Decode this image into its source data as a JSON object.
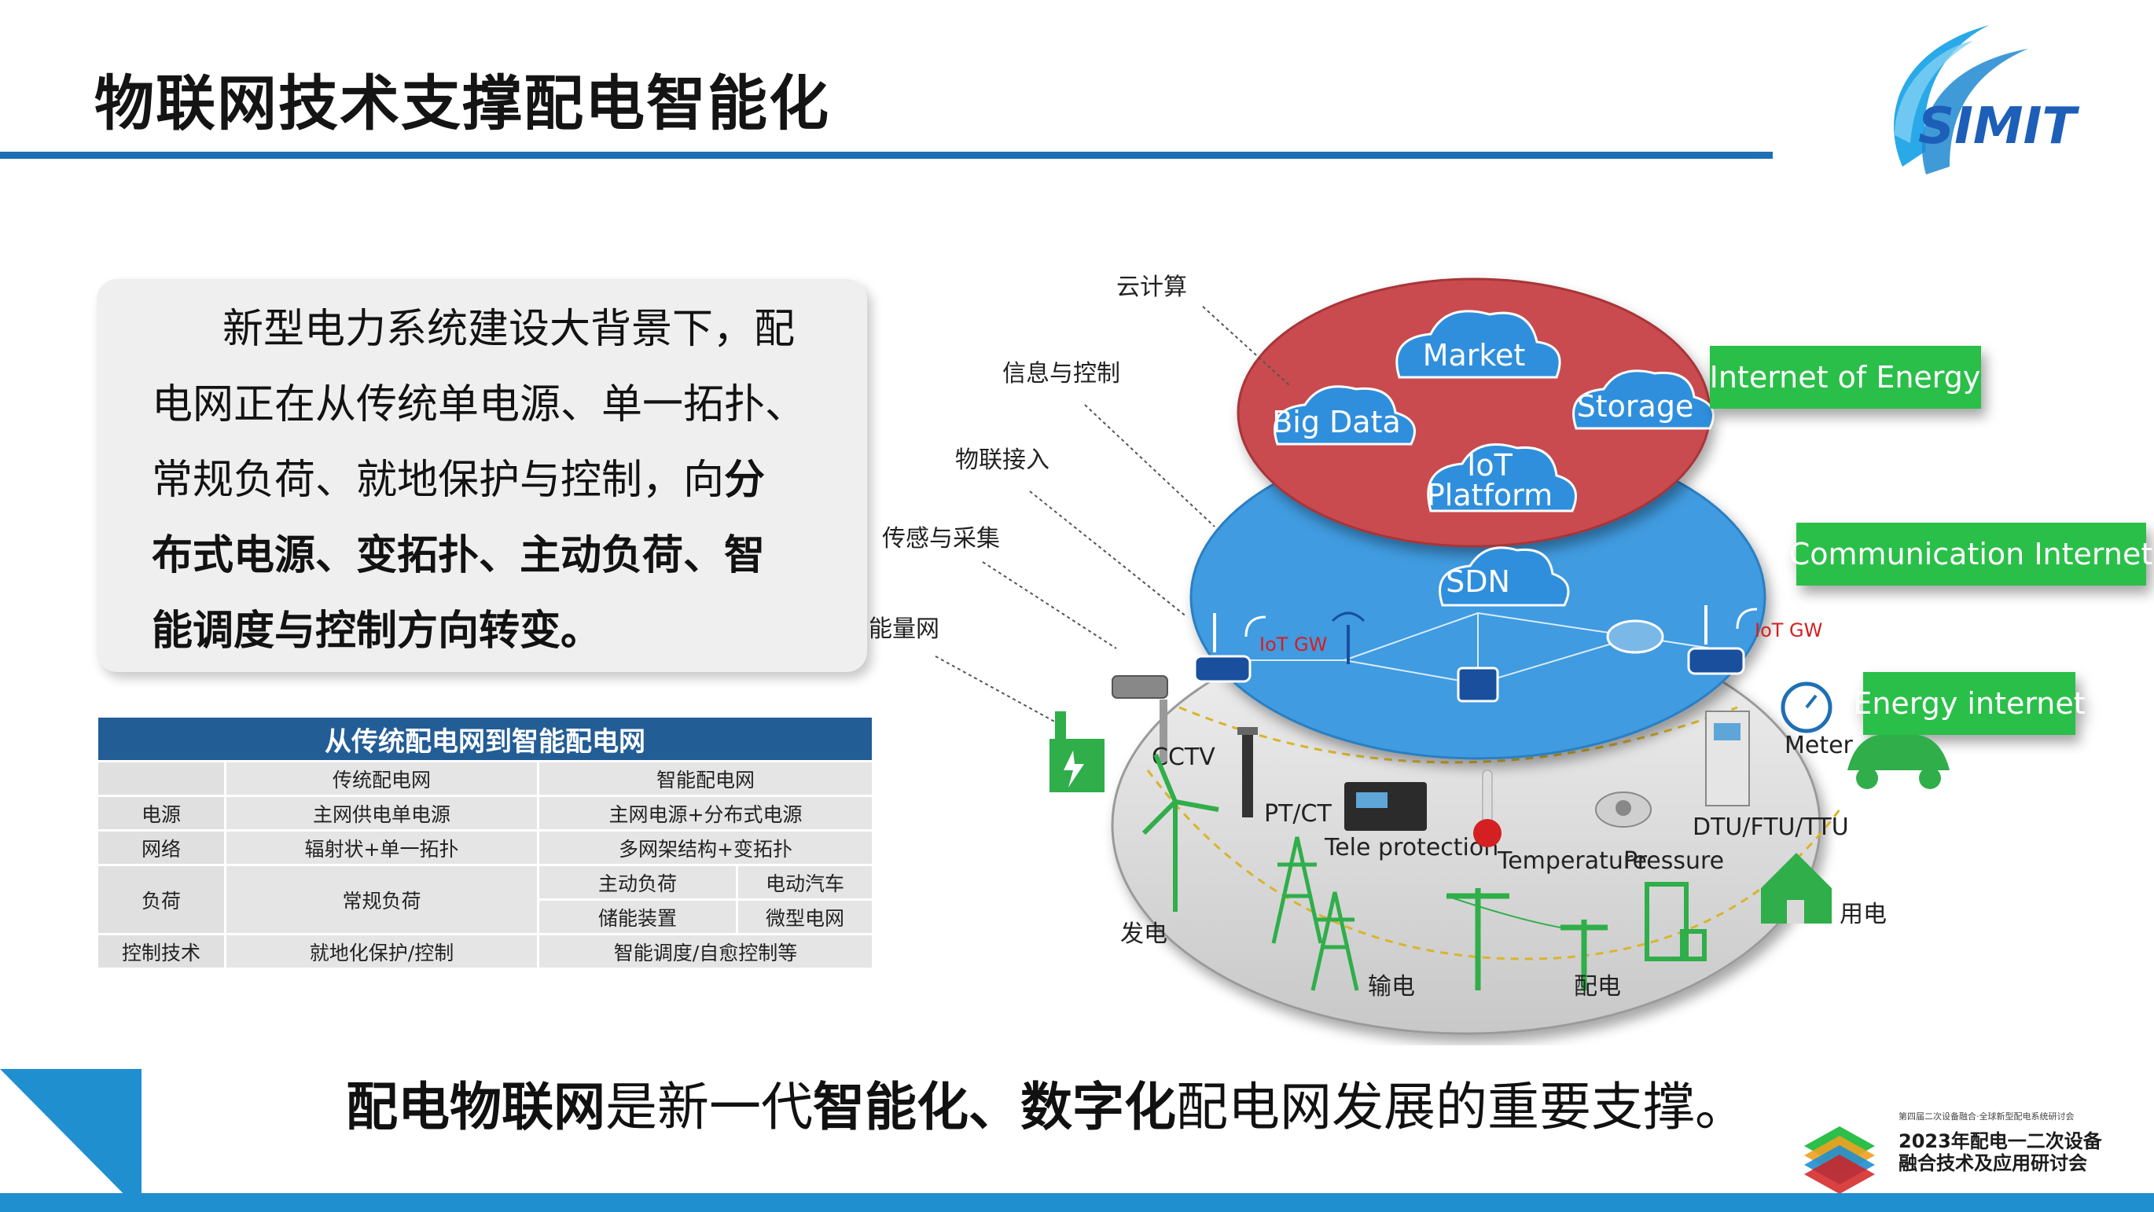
{
  "title": "物联网技术支撑配电智能化",
  "logo_text": "SIMIT",
  "conference": {
    "small_line": "第四届二次设备融合·全球新型配电系统研讨会",
    "year_line": "2023年配电一二次设备",
    "name_line": "融合技术及应用研讨会"
  },
  "intro": {
    "line1": "新型电力系统建设大背景下，配",
    "line2": "电网正在从传统单电源、单一拓扑、",
    "line3a": "常规负荷、就地保护与控制，向",
    "line3b": "分",
    "line4": "布式电源、变拓扑、主动负荷、智",
    "line5": "能调度与控制方向转变。"
  },
  "table": {
    "title": "从传统配电网到智能配电网",
    "col_traditional": "传统配电网",
    "col_smart": "智能配电网",
    "rows": {
      "power": {
        "label": "电源",
        "traditional": "主网供电单电源",
        "smart": "主网电源+分布式电源"
      },
      "network": {
        "label": "网络",
        "traditional": "辐射状+单一拓扑",
        "smart": "多网架结构+变拓扑"
      },
      "load": {
        "label": "负荷",
        "traditional": "常规负荷",
        "smart_a": "主动负荷",
        "smart_b": "电动汽车",
        "smart_c": "储能装置",
        "smart_d": "微型电网"
      },
      "control": {
        "label": "控制技术",
        "traditional": "就地化保护/控制",
        "smart": "智能调度/自愈控制等"
      }
    }
  },
  "diagram": {
    "left_labels": {
      "cloud": "云计算",
      "info_control": "信息与控制",
      "iot_access": "物联接入",
      "sensing": "传感与采集",
      "energy_net": "能量网"
    },
    "clouds": {
      "market": "Market",
      "big_data": "Big Data",
      "storage": "Storage",
      "iot_platform_1": "IoT",
      "iot_platform_2": "Platform",
      "sdn": "SDN"
    },
    "gateways": {
      "left": "IoT GW",
      "right": "IoT GW"
    },
    "layers": {
      "internet_of_energy": "Internet of Energy",
      "communication_internet": "Communication Internet",
      "energy_internet": "Energy internet"
    },
    "devices": {
      "cctv": "CCTV",
      "ptct": "PT/CT",
      "tele_protection": "Tele protection",
      "temperature": "Temperature",
      "pressure": "Pressure",
      "dtu": "DTU/FTU/TTU",
      "meter": "Meter"
    },
    "segments": {
      "generation": "发电",
      "transmission": "输电",
      "distribution": "配电",
      "consumption": "用电"
    }
  },
  "bottom": {
    "part1": "配电物联网",
    "part2": "是新一代",
    "part3": "智能化、数字化",
    "part4": "配电网发展的重要支撑。"
  },
  "colors": {
    "accent_blue": "#1f6fb5",
    "table_header": "#235d95",
    "top_layer": "#c94c50",
    "middle_layer": "#3f9be0",
    "bottom_layer": "#d9d9d9",
    "layer_label_green": "#2cbf4a",
    "device_green": "#2fae4a"
  }
}
